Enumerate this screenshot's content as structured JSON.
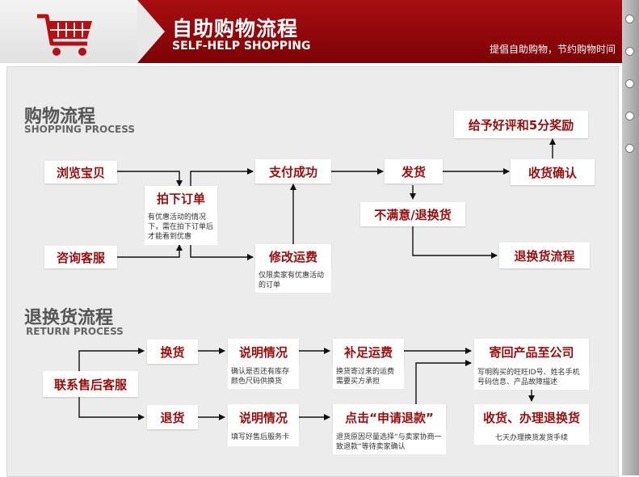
{
  "header": {
    "title": "自助购物流程",
    "subtitle": "SELF-HELP SHOPPING",
    "slogan": "提倡自助购物，节约购物时间",
    "cart_icon": "shopping-cart-icon"
  },
  "colors": {
    "accent": "#9b0d0d",
    "header_red": "#a80e12",
    "panel": "#ececec"
  },
  "shopping": {
    "title": "购物流程",
    "subtitle": "SHOPPING PROCESS",
    "browse": "浏览宝贝",
    "consult": "咨询客服",
    "order": "拍下订单",
    "order_note": "有优惠活动的情况下，需在拍下订单后才能看到优惠",
    "pay": "支付成功",
    "modify": "修改运费",
    "modify_note": "仅限卖家有优惠活动的订单",
    "ship": "发货",
    "unsatisfied": "不满意/退换货",
    "receive": "收货确认",
    "praise": "给予好评和5分奖励",
    "return_flow": "退换货流程"
  },
  "returns": {
    "title": "退换货流程",
    "subtitle": "RETURN PROCESS",
    "contact": "联系售后客服",
    "exchange": "换货",
    "refund": "退货",
    "explain1": "说明情况",
    "explain1_note": "确认是否还有库存颜色尺码供换货",
    "explain2": "说明情况",
    "explain2_note": "填写好售后服务卡",
    "postage": "补足运费",
    "postage_note": "换货寄过来的运费需要买方承担",
    "apply": "点击“申请退款”",
    "apply_note": "退货原因尽量选择“与卖家协商一致退款”等待卖家确认",
    "mail": "寄回产品至公司",
    "mail_note": "写明购买的旺旺ID号、姓名手机号码信息、产品故障描述",
    "done": "收货、办理退换货",
    "done_note": "七天办理换货发货手续"
  }
}
